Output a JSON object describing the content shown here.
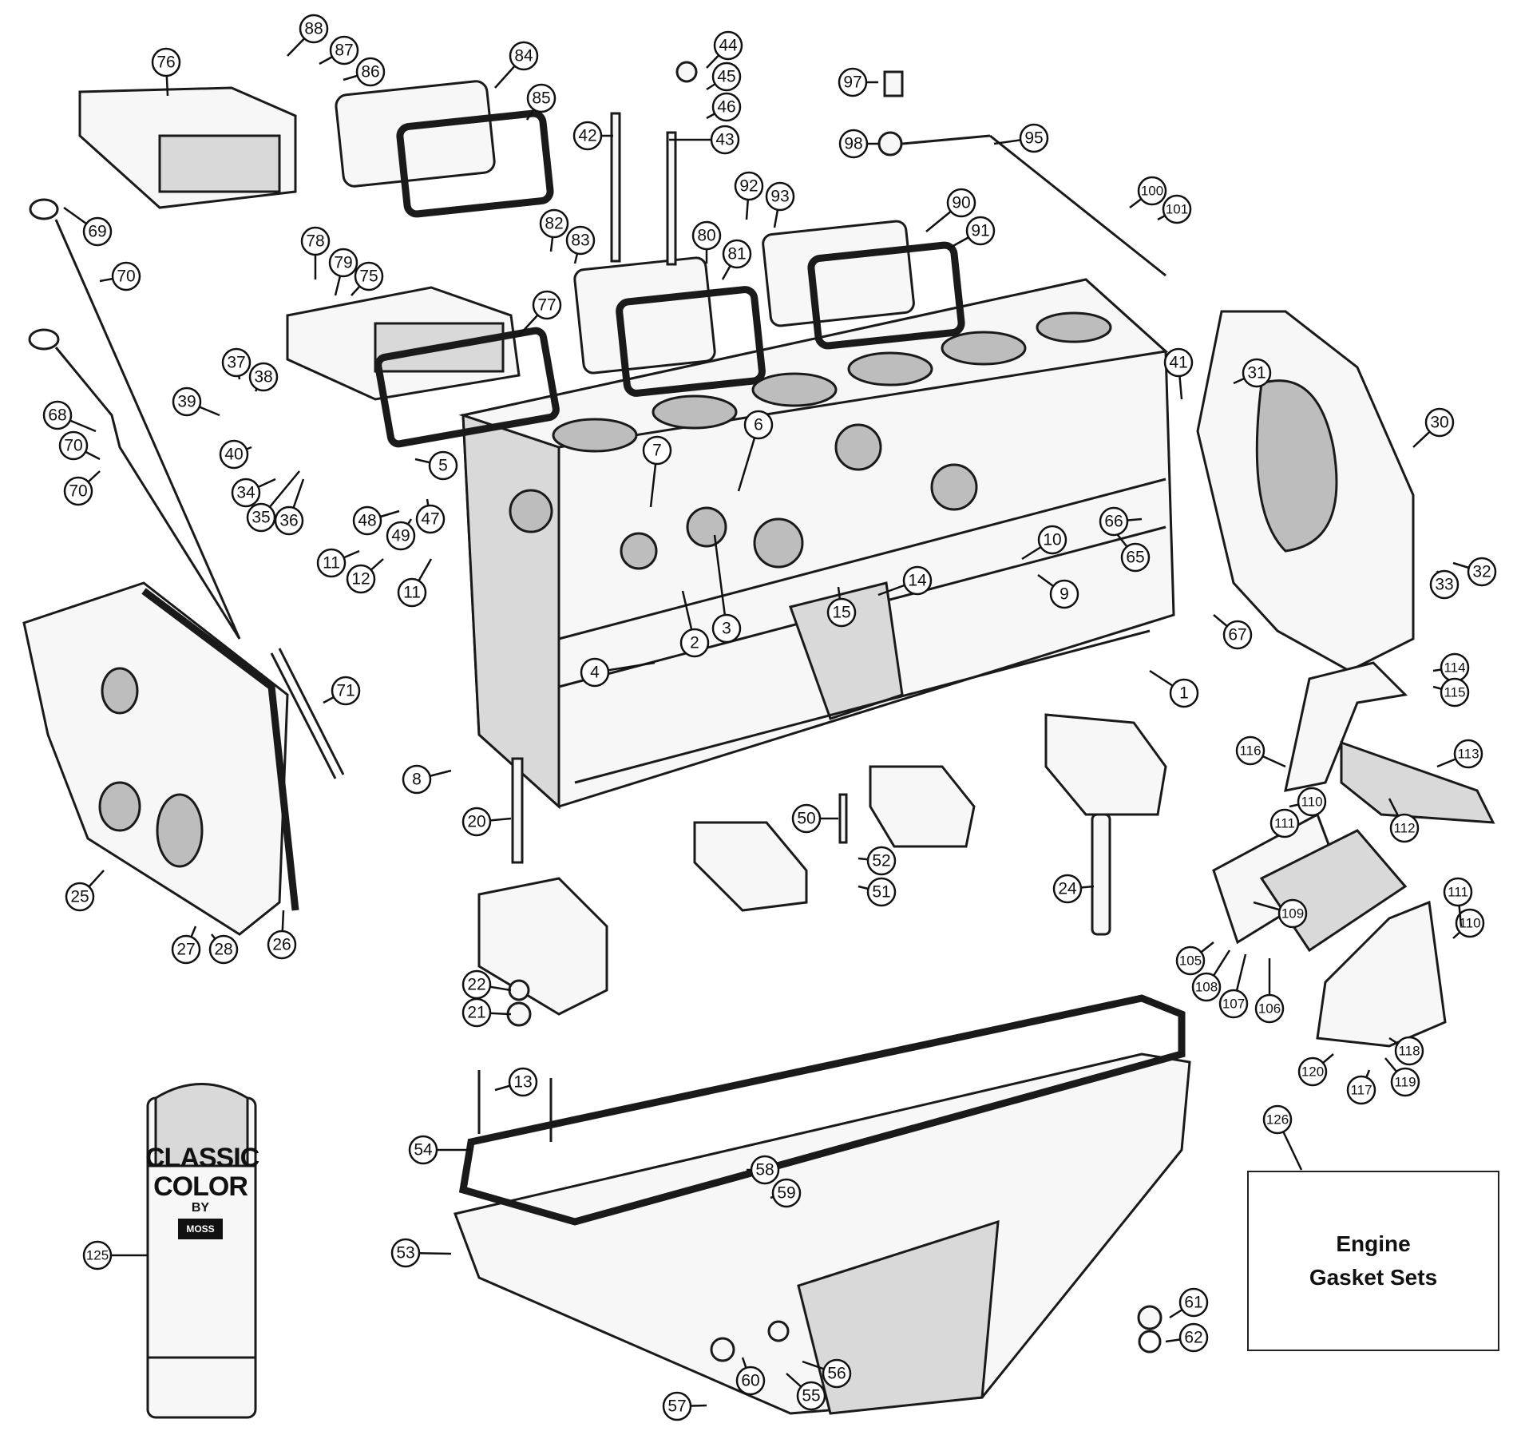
{
  "diagram": {
    "callout_labels": [
      "1",
      "2",
      "3",
      "4",
      "5",
      "6",
      "7",
      "8",
      "9",
      "10",
      "11",
      "11",
      "12",
      "13",
      "14",
      "15",
      "20",
      "21",
      "22",
      "24",
      "25",
      "26",
      "27",
      "28",
      "30",
      "31",
      "32",
      "33",
      "34",
      "35",
      "36",
      "37",
      "38",
      "39",
      "40",
      "41",
      "42",
      "43",
      "44",
      "45",
      "46",
      "47",
      "48",
      "49",
      "50",
      "51",
      "52",
      "53",
      "54",
      "55",
      "56",
      "57",
      "58",
      "59",
      "60",
      "61",
      "62",
      "65",
      "66",
      "67",
      "68",
      "69",
      "70",
      "70",
      "70",
      "71",
      "75",
      "76",
      "77",
      "78",
      "79",
      "80",
      "81",
      "82",
      "83",
      "84",
      "85",
      "86",
      "87",
      "88",
      "90",
      "91",
      "92",
      "93",
      "95",
      "97",
      "98",
      "100",
      "101",
      "105",
      "106",
      "107",
      "108",
      "109",
      "110",
      "110",
      "111",
      "111",
      "112",
      "113",
      "114",
      "115",
      "116",
      "117",
      "118",
      "119",
      "120",
      "125",
      "126"
    ]
  },
  "gasket_box": {
    "line1": "Engine",
    "line2": "Gasket Sets"
  },
  "paint_can": {
    "brand_line1": "CLASSIC",
    "brand_line2": "COLOR",
    "by": "BY",
    "maker": "MOSS"
  }
}
